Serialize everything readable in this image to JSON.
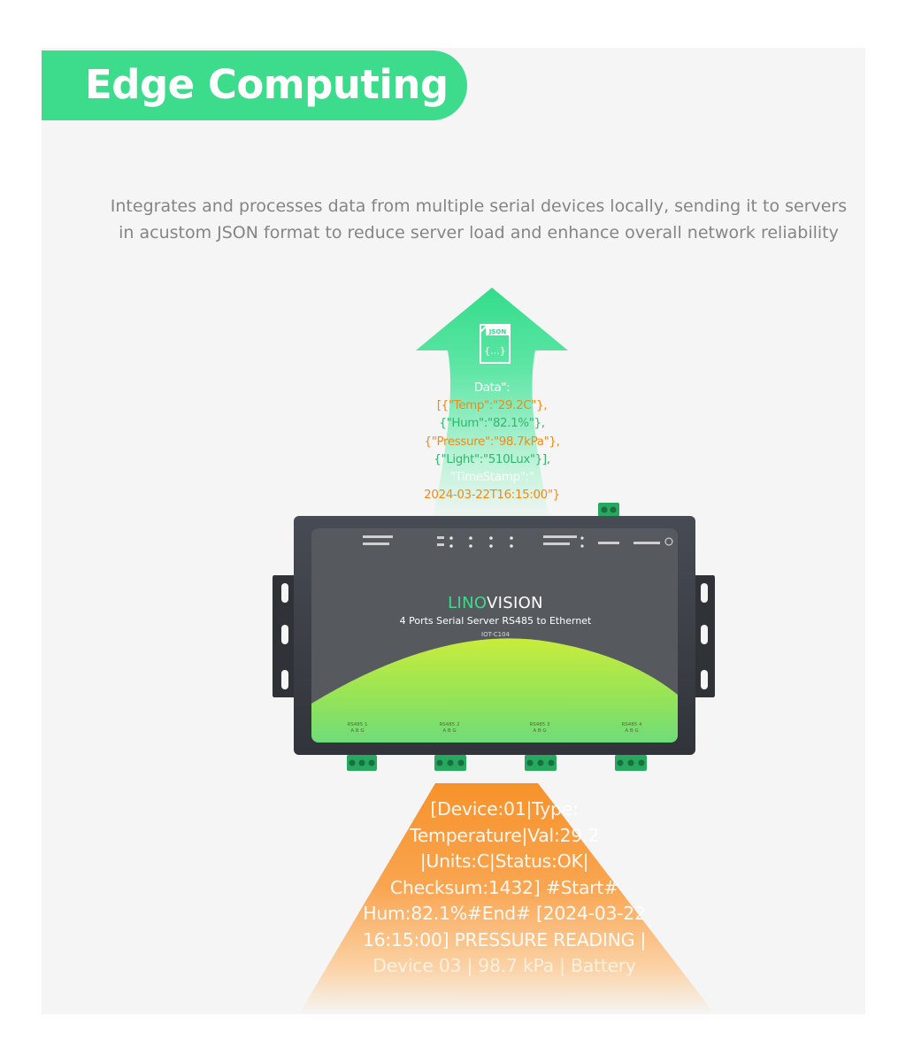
{
  "header": {
    "title": "Edge Computing"
  },
  "subtitle": {
    "line1": "Integrates and processes data from multiple serial devices locally, sending it to servers",
    "line2": "in acustom JSON format to reduce server load and enhance overall network reliability"
  },
  "json_icon": {
    "icon": "json-file-icon",
    "tag": "JSON",
    "body": "{...}"
  },
  "json_payload": {
    "line1": "Data\":",
    "line2": "[{\"Temp\":\"29.2C\"},",
    "line3": "{\"Hum\":\"82.1%\"},",
    "line4": "{\"Pressure\":\"98.7kPa\"},",
    "line5": "{\"Light\":\"510Lux\"}],",
    "line6": "\"TimeStamp\":\"",
    "line7": "2024-03-22T16:15:00\"}"
  },
  "device": {
    "brand_accent": "LINO",
    "brand_rest": "VISION",
    "description": "4 Ports Serial Server RS485 to Ethernet",
    "model": "IOT-C104",
    "ports": [
      {
        "label": "RS485 1",
        "pins": "A B G"
      },
      {
        "label": "RS485 2",
        "pins": "A B G"
      },
      {
        "label": "RS485 3",
        "pins": "A B G"
      },
      {
        "label": "RS485 4",
        "pins": "A B G"
      }
    ]
  },
  "serial_stream": {
    "line1": "[Device:01|Type:",
    "line2": "Temperature|Val:29.2",
    "line3": "|Units:C|Status:OK|",
    "line4": "Checksum:1432]    #Start#",
    "line5": "Hum:82.1%#End#    [2024-03-22",
    "line6": "16:15:00] PRESSURE READING |",
    "line7": "Device 03 | 98.7 kPa | Battery"
  },
  "colors": {
    "accent_green": "#3ddb8c",
    "json_orange": "#f08a1a",
    "stream_orange": "#f7922a",
    "device_body": "#3b3f47"
  }
}
